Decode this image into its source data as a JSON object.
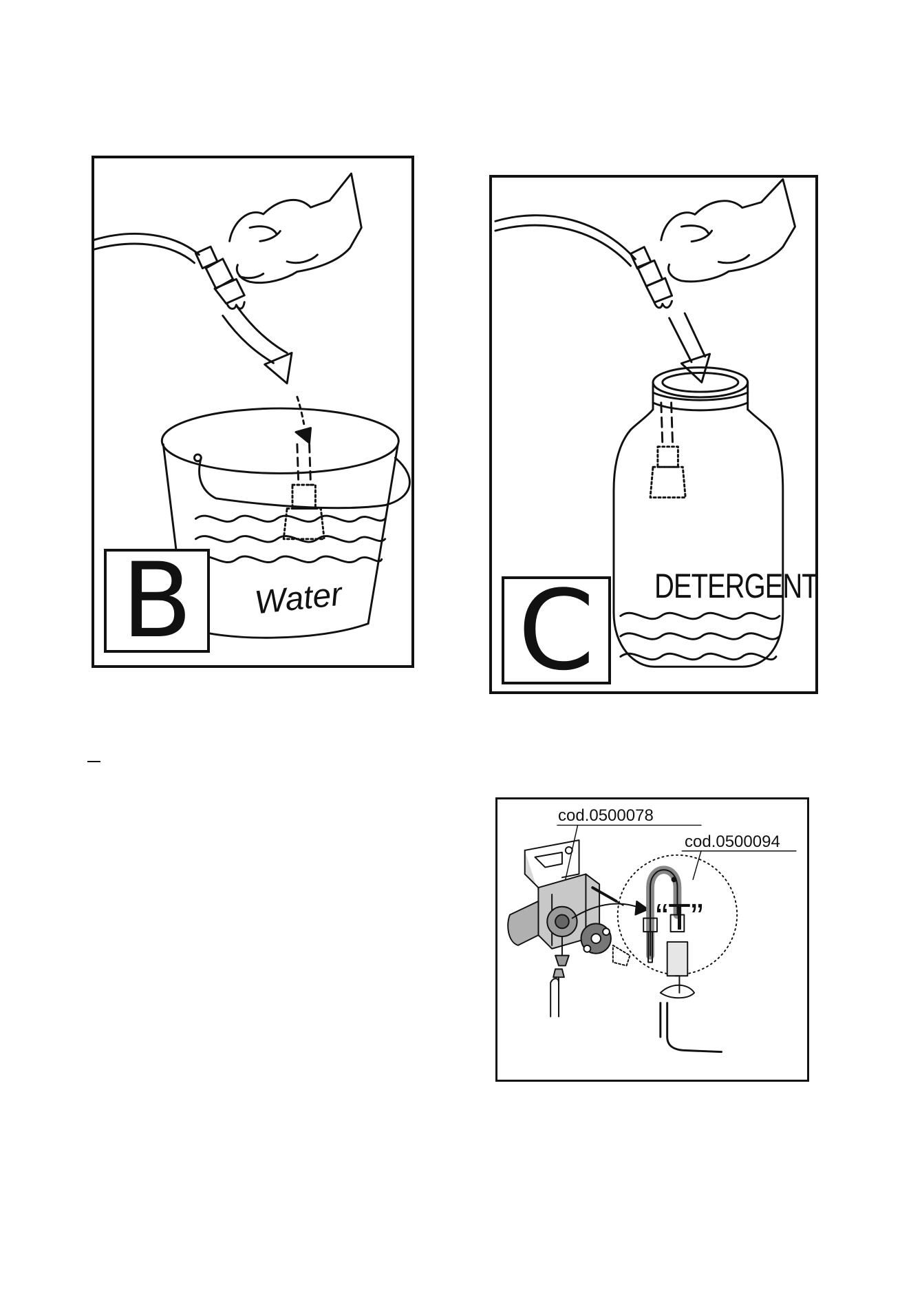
{
  "figure_b": {
    "letter": "B",
    "container_label": "Water"
  },
  "figure_c": {
    "letter": "C",
    "container_label": "DETERGENT"
  },
  "parts_figure": {
    "code_pump": "cod.0500078",
    "code_tube": "cod.0500094",
    "fitting_label": "“T”"
  }
}
